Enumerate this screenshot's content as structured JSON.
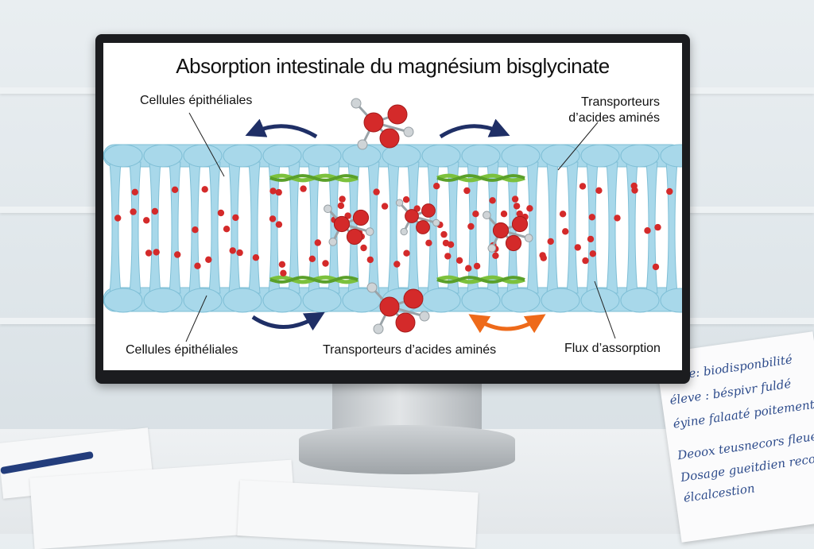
{
  "screen": {
    "title": "Absorption intestinale du magnésium bisglycinate",
    "labels": {
      "top_left": "Cellules épithéliales",
      "top_right_line1": "Transporteurs",
      "top_right_line2": "d’acides aminés",
      "bottom_left": "Cellules épithéliales",
      "bottom_center": "Transporteurs d’acides aminés",
      "bottom_right": "Flux d’assorption"
    }
  },
  "notebook": {
    "lines": [
      "Note: biodisponbilité",
      "éleve : béspivr fuldé",
      "éyine falaaté poitement",
      "Deoox teusnecors fleue",
      "Dosage gueitdien recom",
      "élcalcestion"
    ]
  },
  "colors": {
    "membrane": "#a8d8ea",
    "membrane_edge": "#7fbfd6",
    "transporter": "#7cc13d",
    "molecule_red": "#d42a2a",
    "bond_gray": "#9aa3a8",
    "arrow_navy": "#1f2f66",
    "arrow_orange": "#ee6a1a",
    "ink_blue": "#2e4c8c"
  }
}
